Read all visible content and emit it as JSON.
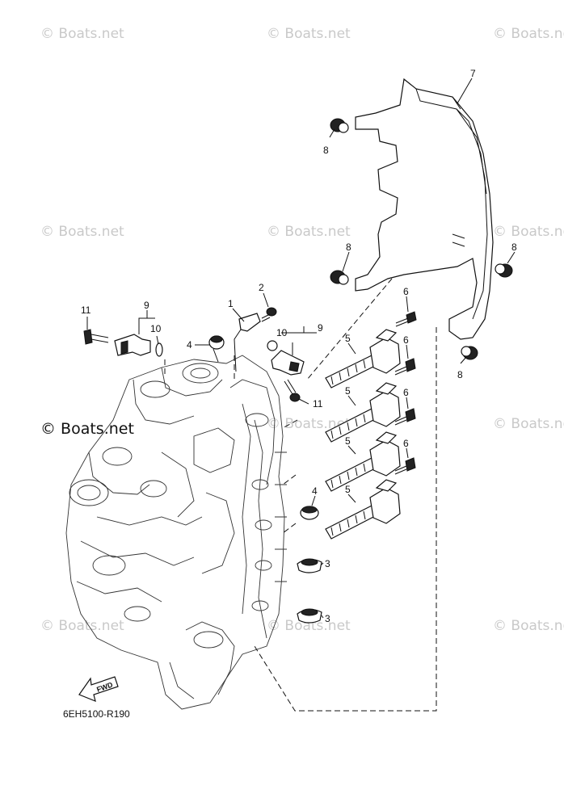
{
  "diagram": {
    "drawing_code": "6EH5100-R190",
    "direction_label": "FWD",
    "watermark": "© Boats.net",
    "callouts": {
      "c1": "1",
      "c2": "2",
      "c3a": "3",
      "c3b": "3",
      "c4a": "4",
      "c4b": "4",
      "c5a": "5",
      "c5b": "5",
      "c5c": "5",
      "c5d": "5",
      "c6a": "6",
      "c6b": "6",
      "c6c": "6",
      "c6d": "6",
      "c7": "7",
      "c8a": "8",
      "c8b": "8",
      "c8c": "8",
      "c8d": "8",
      "c9a": "9",
      "c9b": "9",
      "c10a": "10",
      "c10b": "10",
      "c11a": "11",
      "c11b": "11"
    }
  }
}
